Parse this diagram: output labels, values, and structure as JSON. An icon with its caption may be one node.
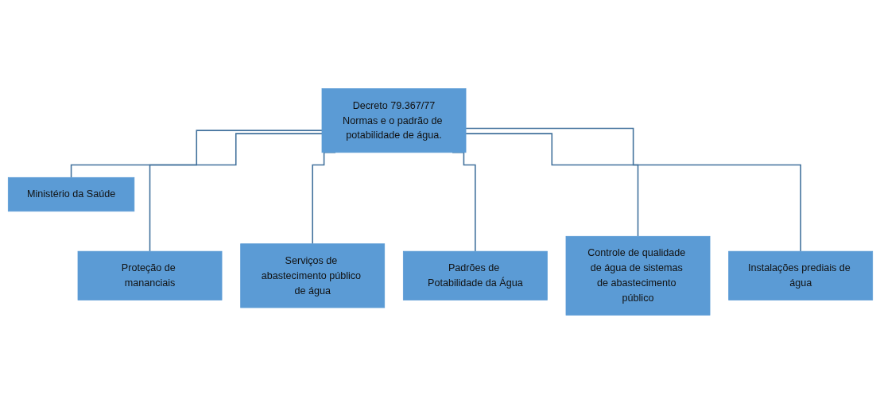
{
  "diagram": {
    "nodes": [
      {
        "text": [
          "Decreto 79.367/77",
          "Normas e o padrão de potabilidade de água."
        ]
      },
      {
        "text": [
          "Ministério da Saúde"
        ]
      },
      {
        "text": [
          "Proteção de mananciais"
        ]
      },
      {
        "text": [
          "Serviços de abastecimento público de água"
        ]
      },
      {
        "text": [
          "Padrões de Potabilidade da Água"
        ]
      },
      {
        "text": [
          "Controle de qualidade de água de sistemas de abastecimento público"
        ]
      },
      {
        "text": [
          "Instalações prediais de água"
        ]
      }
    ],
    "edges": [
      {
        "from": 0,
        "to": 1,
        "arrow": "none"
      },
      {
        "from": 0,
        "to": 2,
        "arrow": "none"
      },
      {
        "from": 0,
        "to": 3,
        "arrow": "none"
      },
      {
        "from": 0,
        "to": 4,
        "arrow": "none"
      },
      {
        "from": 0,
        "to": 5,
        "arrow": "none"
      },
      {
        "from": 0,
        "to": 6,
        "arrow": "none"
      }
    ]
  }
}
